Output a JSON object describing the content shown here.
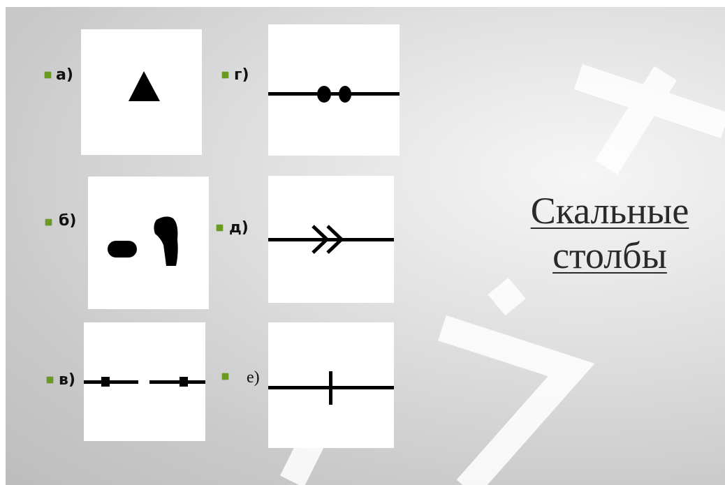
{
  "slide": {
    "title_line1": "Скальные",
    "title_line2": "столбы",
    "bullet_color": "#6a9a1f"
  },
  "items": [
    {
      "key": "a",
      "label": "а)",
      "symbol": "triangle"
    },
    {
      "key": "g",
      "label": "г)",
      "symbol": "line-two-dots"
    },
    {
      "key": "b",
      "label": "б)",
      "symbol": "blob-dash"
    },
    {
      "key": "d",
      "label": "д)",
      "symbol": "line-double-arrow"
    },
    {
      "key": "v",
      "label": "в)",
      "symbol": "dashed-line-ticks"
    },
    {
      "key": "e",
      "label": "е)",
      "symbol": "line-cross-tick"
    }
  ]
}
